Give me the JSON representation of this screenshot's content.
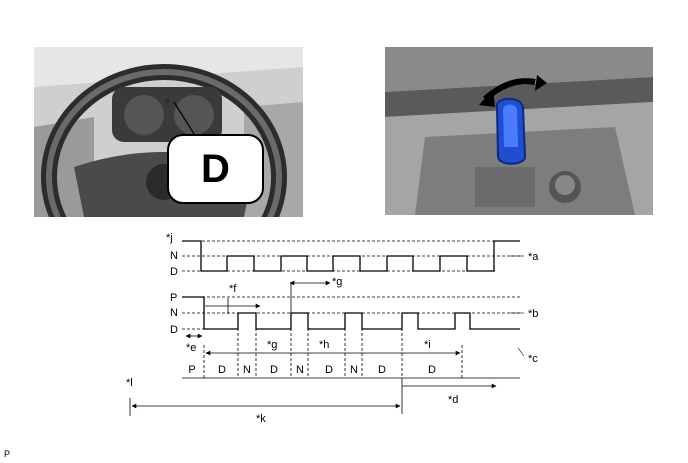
{
  "photos": {
    "dashboard_display_letter": "D",
    "dashboard_indicator_small": "D"
  },
  "timing_diagram": {
    "labels": {
      "a": "*a",
      "b": "*b",
      "c": "*c",
      "d": "*d",
      "e": "*e",
      "f": "*f",
      "g_top": "*g",
      "g_bottom": "*g",
      "h": "*h",
      "i": "*i",
      "j": "*j",
      "k": "*k",
      "l": "*l"
    },
    "top_signal_levels": [
      "N",
      "D"
    ],
    "bottom_signal_levels": [
      "P",
      "N",
      "D"
    ],
    "shift_sequence": [
      "P",
      "D",
      "N",
      "D",
      "N",
      "D",
      "N",
      "D",
      "D"
    ]
  },
  "footer_code": "P"
}
